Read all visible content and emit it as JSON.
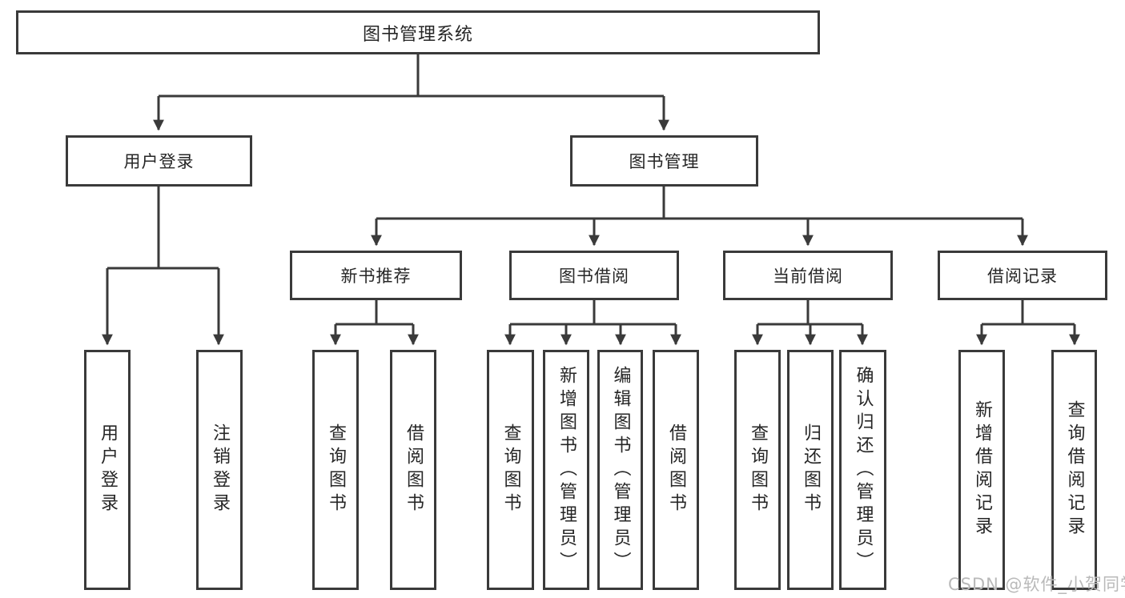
{
  "diagram": {
    "root": {
      "label": "图书管理系统"
    },
    "user_login": {
      "label": "用户登录",
      "children": [
        {
          "label": "用户登录"
        },
        {
          "label": "注销登录"
        }
      ]
    },
    "book_management": {
      "label": "图书管理",
      "sections": [
        {
          "label": "新书推荐",
          "children": [
            {
              "label": "查询图书"
            },
            {
              "label": "借阅图书"
            }
          ]
        },
        {
          "label": "图书借阅",
          "children": [
            {
              "label": "查询图书"
            },
            {
              "label": "新增图书（管理员）"
            },
            {
              "label": "编辑图书（管理员）"
            },
            {
              "label": "借阅图书"
            }
          ]
        },
        {
          "label": "当前借阅",
          "children": [
            {
              "label": "查询图书"
            },
            {
              "label": "归还图书"
            },
            {
              "label": "确认归还（管理员）"
            }
          ]
        },
        {
          "label": "借阅记录",
          "children": [
            {
              "label": "新增借阅记录"
            },
            {
              "label": "查询借阅记录"
            }
          ]
        }
      ]
    }
  },
  "watermark": {
    "text": "CSDN @软件_小贺同学"
  },
  "colors": {
    "line": "#3a3a3a",
    "text": "#262626",
    "background": "#ffffff",
    "watermark": "#b9b9b9"
  }
}
